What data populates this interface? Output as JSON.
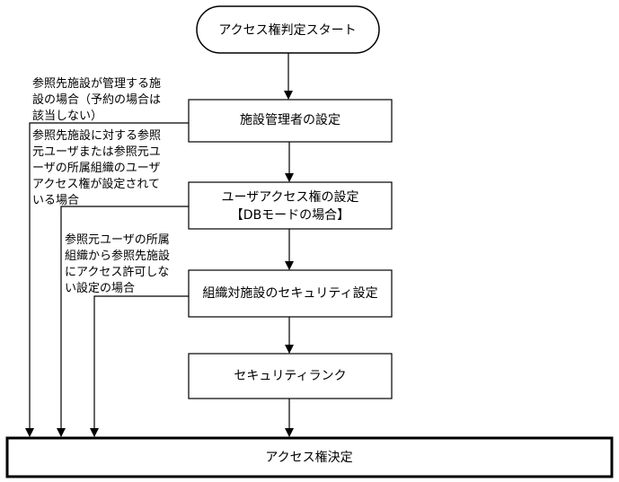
{
  "nodes": {
    "start": "アクセス権判定スタート",
    "facility_admin": "施設管理者の設定",
    "user_access_line1": "ユーザアクセス権の設定",
    "user_access_line2": "【DBモードの場合】",
    "org_security": "組織対施設のセキュリティ設定",
    "security_rank": "セキュリティランク",
    "decision": "アクセス権決定"
  },
  "conditions": {
    "c1": [
      "参照先施設が管理する施",
      "設の場合（予約の場合は",
      "該当しない）"
    ],
    "c2": [
      "参照先施設に対する参照",
      "元ユーザまたは参照元ユ",
      "ーザの所属組織のユーザ",
      "アクセス権が設定されて",
      "いる場合"
    ],
    "c3": [
      "参照元ユーザの所属",
      "組織から参照先施設",
      "にアクセス許可しな",
      "い設定の場合"
    ]
  }
}
